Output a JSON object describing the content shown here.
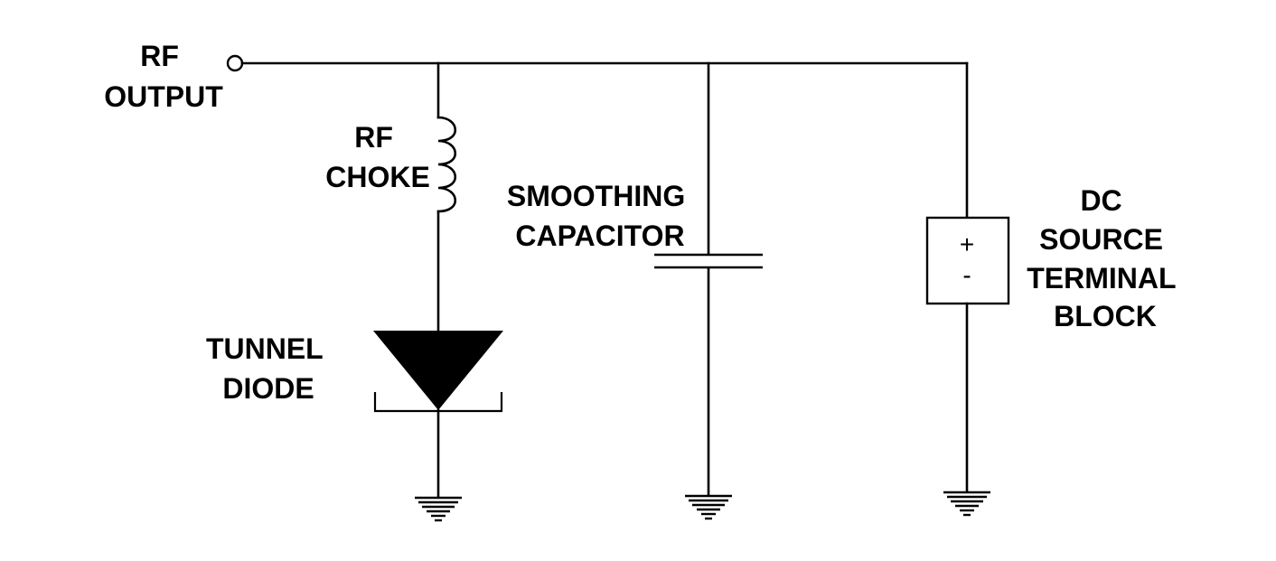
{
  "labels": {
    "rf_output": [
      "RF",
      "OUTPUT"
    ],
    "rf_choke": [
      "RF",
      "CHOKE"
    ],
    "smoothing_capacitor": [
      "SMOOTHING",
      "CAPACITOR"
    ],
    "tunnel_diode": [
      "TUNNEL",
      "DIODE"
    ],
    "dc_source": [
      "DC",
      "SOURCE",
      "TERMINAL",
      "BLOCK"
    ],
    "terminal_plus": "+",
    "terminal_minus": "-"
  }
}
